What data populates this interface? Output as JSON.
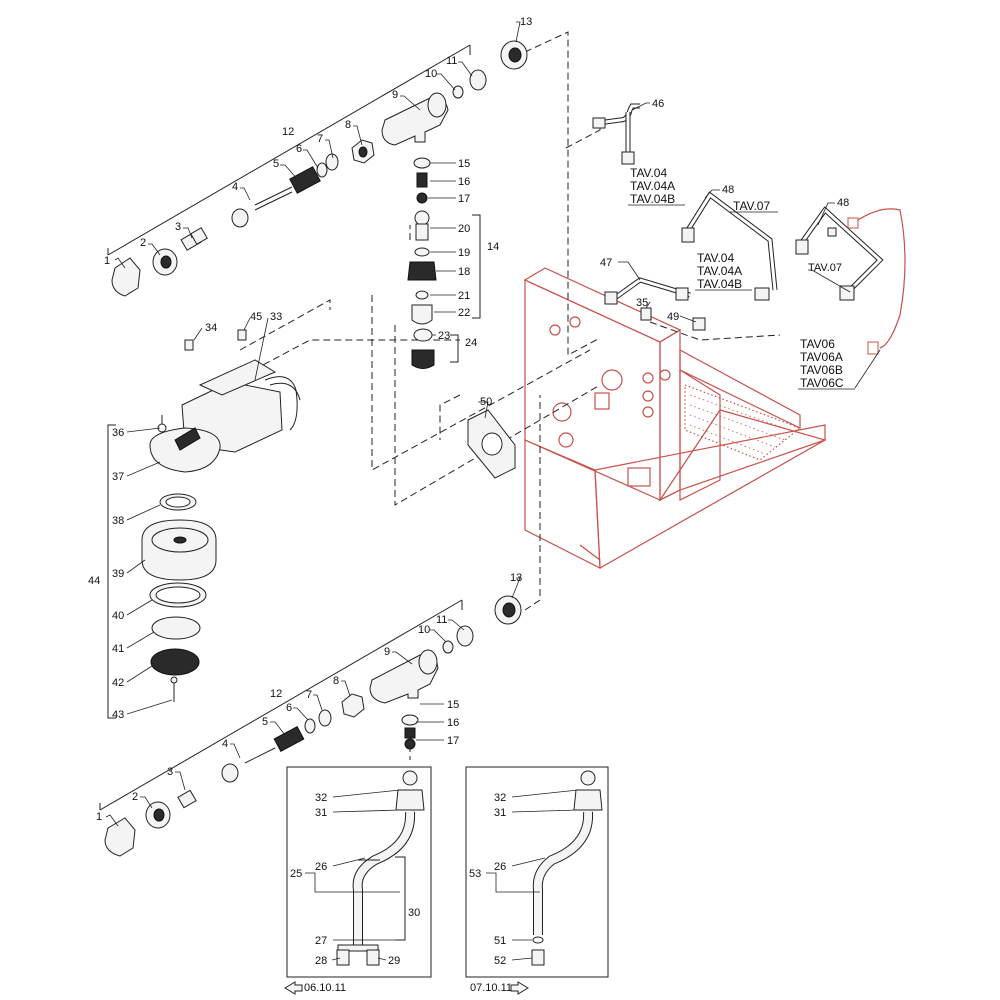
{
  "callouts": {
    "c1a": "1",
    "c2a": "2",
    "c3a": "3",
    "c4a": "4",
    "c5a": "5",
    "c6a": "6",
    "c7a": "7",
    "c8a": "8",
    "c9a": "9",
    "c10a": "10",
    "c11a": "11",
    "c12a": "12",
    "c13a": "13",
    "c14": "14",
    "c15a": "15",
    "c16a": "16",
    "c17a": "17",
    "c18": "18",
    "c19": "19",
    "c20": "20",
    "c21": "21",
    "c22": "22",
    "c23": "23",
    "c24": "24",
    "c33": "33",
    "c34": "34",
    "c35": "35",
    "c36": "36",
    "c37": "37",
    "c38": "38",
    "c39": "39",
    "c40": "40",
    "c41": "41",
    "c42": "42",
    "c43": "43",
    "c44": "44",
    "c45": "45",
    "c46": "46",
    "c47": "47",
    "c48a": "48",
    "c48b": "48",
    "c49": "49",
    "c50": "50",
    "c1b": "1",
    "c2b": "2",
    "c3b": "3",
    "c4b": "4",
    "c5b": "5",
    "c6b": "6",
    "c7b": "7",
    "c8b": "8",
    "c9b": "9",
    "c10b": "10",
    "c11b": "11",
    "c12b": "12",
    "c13b": "13",
    "c15b": "15",
    "c16b": "16",
    "c17b": "17",
    "c32a": "32",
    "c31a": "31",
    "c26a": "26",
    "c25": "25",
    "c30": "30",
    "c27": "27",
    "c28": "28",
    "c29": "29",
    "c32b": "32",
    "c31b": "31",
    "c26b": "26",
    "c53": "53",
    "c51": "51",
    "c52": "52"
  },
  "tav_labels": {
    "t1a": "TAV.04",
    "t1b": "TAV.04A",
    "t1c": "TAV.04B",
    "t2": "TAV.07",
    "t3a": "TAV.04",
    "t3b": "TAV.04A",
    "t3c": "TAV.04B",
    "t4": "TAV.07",
    "t5a": "TAV06",
    "t5b": "TAV06A",
    "t5c": "TAV06B",
    "t5d": "TAV06C"
  },
  "variants": {
    "left": "06.10.11",
    "right": "07.10.11"
  },
  "colors": {
    "frame": "#c8504a",
    "ink": "#222222"
  }
}
